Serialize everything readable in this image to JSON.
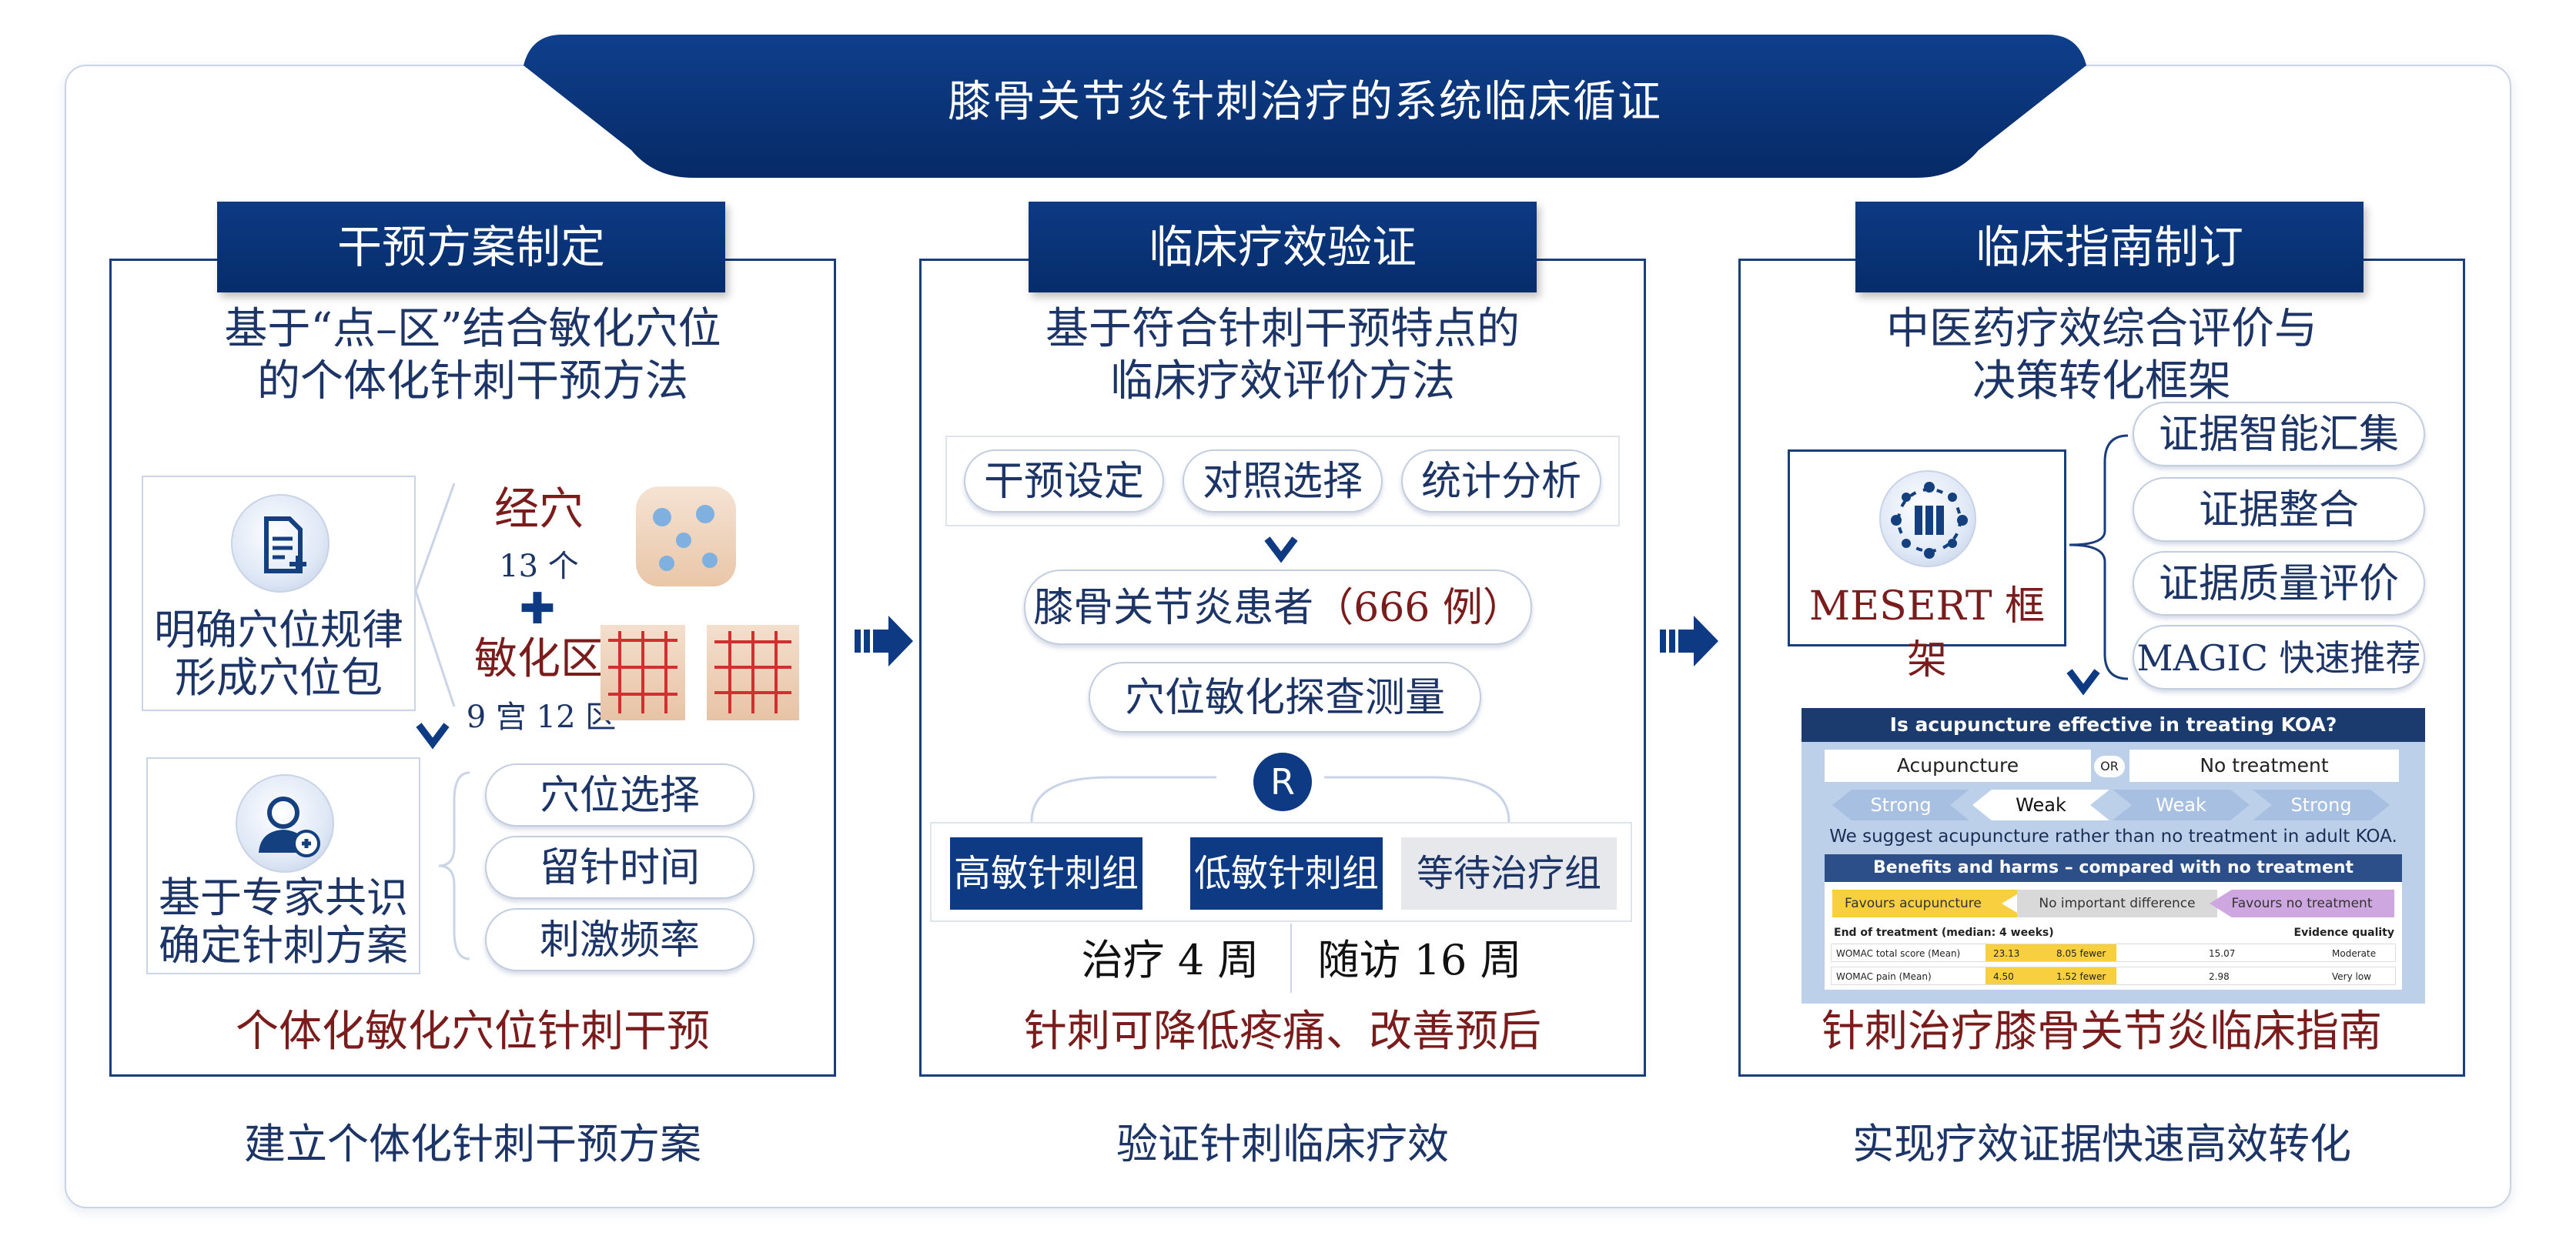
{
  "title": "膝骨关节炎针刺治疗的系统临床循证",
  "col1": {
    "header": "干预方案制定",
    "subtitle_l1": "基于“点–区”结合敏化穴位",
    "subtitle_l2": "的个体化针刺干预方法",
    "box1_l1": "明确穴位规律",
    "box1_l2": "形成穴位包",
    "acupoints_label": "经穴",
    "acupoints_count": "13 个",
    "plus": "✚",
    "zone_label": "敏化区",
    "zone_count": "9 宫 12 区",
    "box2_l1": "基于专家共识",
    "box2_l2": "确定针刺方案",
    "items": [
      "穴位选择",
      "留针时间",
      "刺激频率"
    ],
    "conclusion": "个体化敏化穴位针刺干预",
    "bottom": "建立个体化针刺干预方案",
    "icon_doc": "medical-document-icon",
    "icon_doctor": "doctor-icon"
  },
  "col2": {
    "header": "临床疗效验证",
    "subtitle_l1": "基于符合针刺干预特点的",
    "subtitle_l2": "临床疗效评价方法",
    "pills": [
      "干预设定",
      "对照选择",
      "统计分析"
    ],
    "patients_prefix": "膝骨关节炎患者",
    "patients_count": "（666 例）",
    "measure": "穴位敏化探查测量",
    "randomize": "R",
    "groups": [
      "高敏针刺组",
      "低敏针刺组",
      "等待治疗组"
    ],
    "treatment": "治疗 4 周",
    "followup": "随访 16 周",
    "conclusion": "针刺可降低疼痛、改善预后",
    "bottom": "验证针刺临床疗效"
  },
  "col3": {
    "header": "临床指南制订",
    "subtitle_l1": "中医药疗效综合评价与",
    "subtitle_l2": "决策转化框架",
    "framework": "MESERT 框架",
    "icon": "database-network-icon",
    "items": [
      "证据智能汇集",
      "证据整合",
      "证据质量评价",
      "MAGIC 快速推荐"
    ],
    "guide": {
      "question": "Is acupuncture effective in treating KOA?",
      "option_a": "Acupuncture",
      "or": "OR",
      "option_b": "No treatment",
      "strengths": [
        "Strong",
        "Weak",
        "Weak",
        "Strong"
      ],
      "suggestion": "We suggest acupuncture rather than no treatment in adult KOA.",
      "bh_title": "Benefits and harms – compared with no treatment",
      "favours_a": "Favours acupuncture",
      "no_diff": "No important difference",
      "favours_b": "Favours no treatment",
      "end_label": "End of treatment (median: 4 weeks)",
      "eq_label": "Evidence quality",
      "rows": [
        {
          "name": "WOMAC total score (Mean)",
          "a": "23.13",
          "diff": "8.05 fewer",
          "b": "15.07",
          "q": "Moderate"
        },
        {
          "name": "WOMAC pain (Mean)",
          "a": "4.50",
          "diff": "1.52 fewer",
          "b": "2.98",
          "q": "Very low"
        }
      ]
    },
    "conclusion": "针刺治疗膝骨关节炎临床指南",
    "bottom": "实现疗效证据快速高效转化"
  },
  "colors": {
    "navy": "#0d3a83",
    "darkred": "#7a1c1c",
    "text": "#1d3566"
  }
}
